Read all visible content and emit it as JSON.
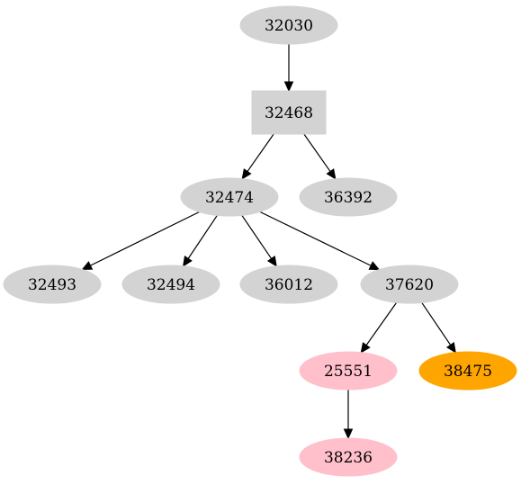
{
  "colors": {
    "default_fill": "#d3d3d3",
    "pink": "#ffc0cb",
    "orange": "#ffa500",
    "edge": "#000000",
    "text": "#000000"
  },
  "graph": {
    "nodes": [
      {
        "id": "32030",
        "label": "32030",
        "shape": "ellipse",
        "color": "default_fill"
      },
      {
        "id": "32468",
        "label": "32468",
        "shape": "box",
        "color": "default_fill"
      },
      {
        "id": "32474",
        "label": "32474",
        "shape": "ellipse",
        "color": "default_fill"
      },
      {
        "id": "36392",
        "label": "36392",
        "shape": "ellipse",
        "color": "default_fill"
      },
      {
        "id": "32493",
        "label": "32493",
        "shape": "ellipse",
        "color": "default_fill"
      },
      {
        "id": "32494",
        "label": "32494",
        "shape": "ellipse",
        "color": "default_fill"
      },
      {
        "id": "36012",
        "label": "36012",
        "shape": "ellipse",
        "color": "default_fill"
      },
      {
        "id": "37620",
        "label": "37620",
        "shape": "ellipse",
        "color": "default_fill"
      },
      {
        "id": "25551",
        "label": "25551",
        "shape": "ellipse",
        "color": "pink"
      },
      {
        "id": "38475",
        "label": "38475",
        "shape": "ellipse",
        "color": "orange"
      },
      {
        "id": "38236",
        "label": "38236",
        "shape": "ellipse",
        "color": "pink"
      }
    ],
    "edges": [
      {
        "from": "32030",
        "to": "32468"
      },
      {
        "from": "32468",
        "to": "32474"
      },
      {
        "from": "32468",
        "to": "36392"
      },
      {
        "from": "32474",
        "to": "32493"
      },
      {
        "from": "32474",
        "to": "32494"
      },
      {
        "from": "32474",
        "to": "36012"
      },
      {
        "from": "32474",
        "to": "37620"
      },
      {
        "from": "37620",
        "to": "25551"
      },
      {
        "from": "37620",
        "to": "38475"
      },
      {
        "from": "25551",
        "to": "38236"
      }
    ]
  }
}
